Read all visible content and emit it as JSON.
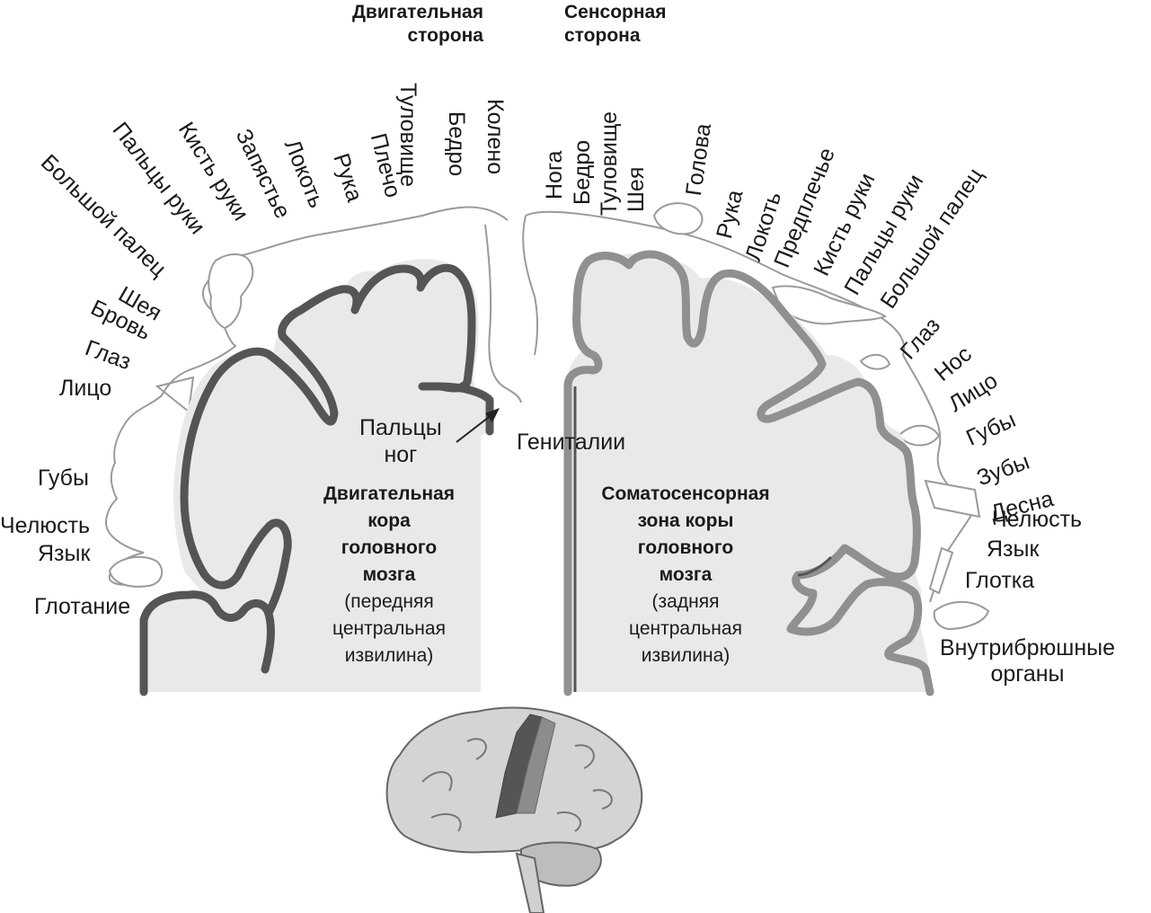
{
  "headers": {
    "motor_side": [
      "Двигательная",
      "сторона"
    ],
    "sensory_side": [
      "Сенсорная",
      "сторона"
    ]
  },
  "motor_labels": {
    "knee": "Колено",
    "hip": "Бедро",
    "trunk": "Туловище",
    "shoulder": "Плечо",
    "arm": "Рука",
    "elbow": "Локоть",
    "wrist": "Запястье",
    "hand": "Кисть руки",
    "fingers": "Пальцы руки",
    "thumb": "Большой палец",
    "neck": "Шея",
    "brow": "Бровь",
    "eye": "Глаз",
    "face": "Лицо",
    "lips": "Губы",
    "jaw": "Челюсть",
    "tongue": "Язык",
    "swallowing": "Глотание",
    "toes": [
      "Пальцы",
      "ног"
    ]
  },
  "sensory_labels": {
    "genitals": "Гениталии",
    "leg": "Нога",
    "hip": "Бедро",
    "trunk": "Туловище",
    "neck": "Шея",
    "head": "Голова",
    "arm": "Рука",
    "elbow": "Локоть",
    "forearm": "Предплечье",
    "hand": "Кисть руки",
    "fingers": "Пальцы руки",
    "thumb": "Большой палец",
    "eye": "Глаз",
    "nose": "Нос",
    "face": "Лицо",
    "lips": "Губы",
    "teeth": "Зубы",
    "gums": "Десна",
    "jaw": "Челюсть",
    "tongue": "Язык",
    "pharynx": "Глотка",
    "intra_abdominal": [
      "Внутрибрюшные",
      "органы"
    ]
  },
  "captions": {
    "motor": {
      "title": [
        "Двигательная",
        "кора",
        "головного",
        "мозга"
      ],
      "sub": [
        "(передняя",
        "центральная",
        "извилина)"
      ]
    },
    "sensory": {
      "title": [
        "Соматосенсорная",
        "зона коры",
        "головного",
        "мозга"
      ],
      "sub": [
        "(задняя",
        "центральная",
        "извилина)"
      ]
    }
  },
  "colors": {
    "cortex_fill": "#e9e9e9",
    "motor_stroke": "#555555",
    "sensory_stroke": "#909090",
    "line": "#555555"
  }
}
